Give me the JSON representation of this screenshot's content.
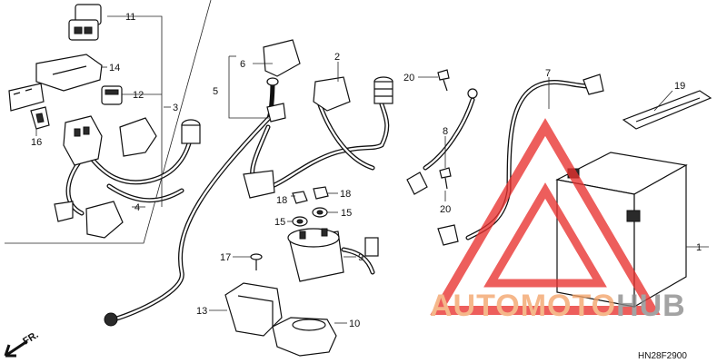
{
  "diagram": {
    "code": "HN28F2900",
    "fr_label": "FR.",
    "callouts": [
      "1",
      "2",
      "3",
      "4",
      "5",
      "6",
      "7",
      "8",
      "9",
      "10",
      "11",
      "12",
      "13",
      "14",
      "15",
      "15",
      "16",
      "17",
      "18",
      "18",
      "19",
      "20",
      "20"
    ],
    "watermark": {
      "part_a": "AUTOMOTO",
      "part_b": "HUB",
      "color_a": "#f3a36a",
      "color_b": "#8a8a8a",
      "triangle_color": "#e8312f"
    }
  }
}
